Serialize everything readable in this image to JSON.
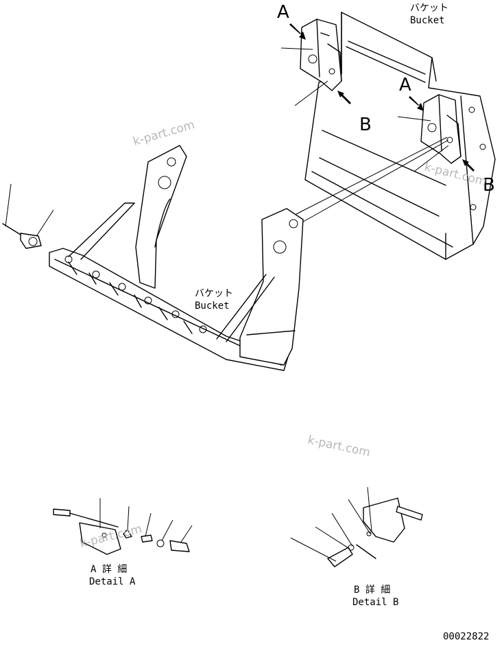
{
  "labels": {
    "bucket_jp": "バケット",
    "bucket_en": "Bucket",
    "view_a": "A",
    "view_b": "B",
    "detail_a_jp": "A 詳 細",
    "detail_a_en": "Detail A",
    "detail_b_jp": "B 詳 細",
    "detail_b_en": "Detail B",
    "part_code": "00022822"
  },
  "watermark": "k-part.com",
  "colors": {
    "line": "#000000",
    "watermark": "#b8b8b8",
    "background": "#ffffff"
  }
}
